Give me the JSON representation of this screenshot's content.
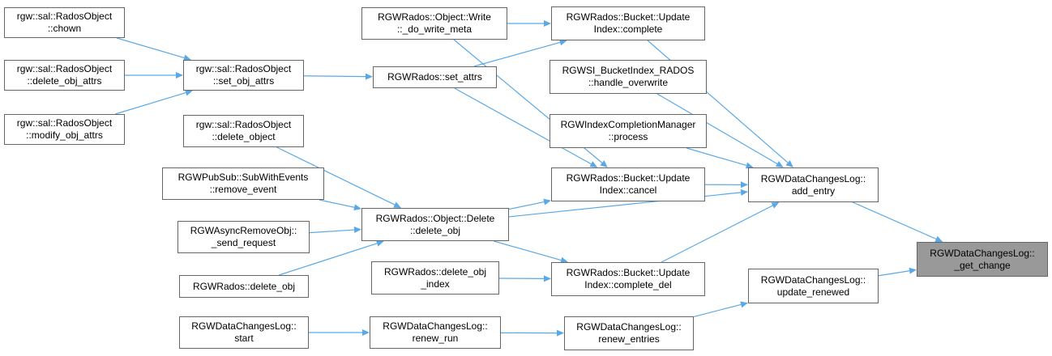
{
  "graph": {
    "edge_color": "#5AA9E6",
    "focus_fill": "#999999",
    "nodes": [
      {
        "id": "chown",
        "lines": [
          "rgw::sal::RadosObject",
          "::chown"
        ]
      },
      {
        "id": "delete_obj_attrs",
        "lines": [
          "rgw::sal::RadosObject",
          "::delete_obj_attrs"
        ]
      },
      {
        "id": "modify_obj_attrs",
        "lines": [
          "rgw::sal::RadosObject",
          "::modify_obj_attrs"
        ]
      },
      {
        "id": "set_obj_attrs",
        "lines": [
          "rgw::sal::RadosObject",
          "::set_obj_attrs"
        ]
      },
      {
        "id": "rados_delete_object",
        "lines": [
          "rgw::sal::RadosObject",
          "::delete_object"
        ]
      },
      {
        "id": "remove_event",
        "lines": [
          "RGWPubSub::SubWithEvents",
          "::remove_event"
        ]
      },
      {
        "id": "send_request",
        "lines": [
          "RGWAsyncRemoveObj::",
          "_send_request"
        ]
      },
      {
        "id": "rgwrados_delete_obj",
        "lines": [
          "RGWRados::delete_obj"
        ]
      },
      {
        "id": "dcl_start",
        "lines": [
          "RGWDataChangesLog::",
          "start"
        ]
      },
      {
        "id": "do_write_meta",
        "lines": [
          "RGWRados::Object::Write",
          "::_do_write_meta"
        ]
      },
      {
        "id": "set_attrs",
        "lines": [
          "RGWRados::set_attrs"
        ]
      },
      {
        "id": "obj_delete",
        "lines": [
          "RGWRados::Object::Delete",
          "::delete_obj"
        ]
      },
      {
        "id": "delete_obj_index",
        "lines": [
          "RGWRados::delete_obj",
          "_index"
        ]
      },
      {
        "id": "renew_run",
        "lines": [
          "RGWDataChangesLog::",
          "renew_run"
        ]
      },
      {
        "id": "ui_complete",
        "lines": [
          "RGWRados::Bucket::Update",
          "Index::complete"
        ]
      },
      {
        "id": "handle_overwrite",
        "lines": [
          "RGWSI_BucketIndex_RADOS",
          "::handle_overwrite"
        ]
      },
      {
        "id": "icm_process",
        "lines": [
          "RGWIndexCompletionManager",
          "::process"
        ]
      },
      {
        "id": "ui_cancel",
        "lines": [
          "RGWRados::Bucket::Update",
          "Index::cancel"
        ]
      },
      {
        "id": "ui_complete_del",
        "lines": [
          "RGWRados::Bucket::Update",
          "Index::complete_del"
        ]
      },
      {
        "id": "renew_entries",
        "lines": [
          "RGWDataChangesLog::",
          "renew_entries"
        ]
      },
      {
        "id": "add_entry",
        "lines": [
          "RGWDataChangesLog::",
          "add_entry"
        ]
      },
      {
        "id": "update_renewed",
        "lines": [
          "RGWDataChangesLog::",
          "update_renewed"
        ]
      },
      {
        "id": "get_change",
        "lines": [
          "RGWDataChangesLog::",
          "_get_change"
        ],
        "focus": true
      }
    ],
    "edges": [
      {
        "from": "chown",
        "to": "set_obj_attrs"
      },
      {
        "from": "delete_obj_attrs",
        "to": "set_obj_attrs"
      },
      {
        "from": "modify_obj_attrs",
        "to": "set_obj_attrs"
      },
      {
        "from": "set_obj_attrs",
        "to": "set_attrs"
      },
      {
        "from": "rados_delete_object",
        "to": "obj_delete"
      },
      {
        "from": "remove_event",
        "to": "obj_delete"
      },
      {
        "from": "send_request",
        "to": "obj_delete"
      },
      {
        "from": "rgwrados_delete_obj",
        "to": "obj_delete"
      },
      {
        "from": "dcl_start",
        "to": "renew_run"
      },
      {
        "from": "do_write_meta",
        "to": "ui_complete"
      },
      {
        "from": "do_write_meta",
        "to": "ui_cancel"
      },
      {
        "from": "set_attrs",
        "to": "ui_complete"
      },
      {
        "from": "set_attrs",
        "to": "ui_cancel"
      },
      {
        "from": "obj_delete",
        "to": "ui_cancel"
      },
      {
        "from": "obj_delete",
        "to": "add_entry"
      },
      {
        "from": "obj_delete",
        "to": "ui_complete_del"
      },
      {
        "from": "delete_obj_index",
        "to": "ui_complete_del"
      },
      {
        "from": "renew_run",
        "to": "renew_entries"
      },
      {
        "from": "ui_complete",
        "to": "add_entry"
      },
      {
        "from": "handle_overwrite",
        "to": "add_entry"
      },
      {
        "from": "icm_process",
        "to": "add_entry"
      },
      {
        "from": "ui_cancel",
        "to": "add_entry"
      },
      {
        "from": "ui_complete_del",
        "to": "add_entry"
      },
      {
        "from": "renew_entries",
        "to": "update_renewed"
      },
      {
        "from": "add_entry",
        "to": "get_change"
      },
      {
        "from": "update_renewed",
        "to": "get_change"
      }
    ]
  }
}
